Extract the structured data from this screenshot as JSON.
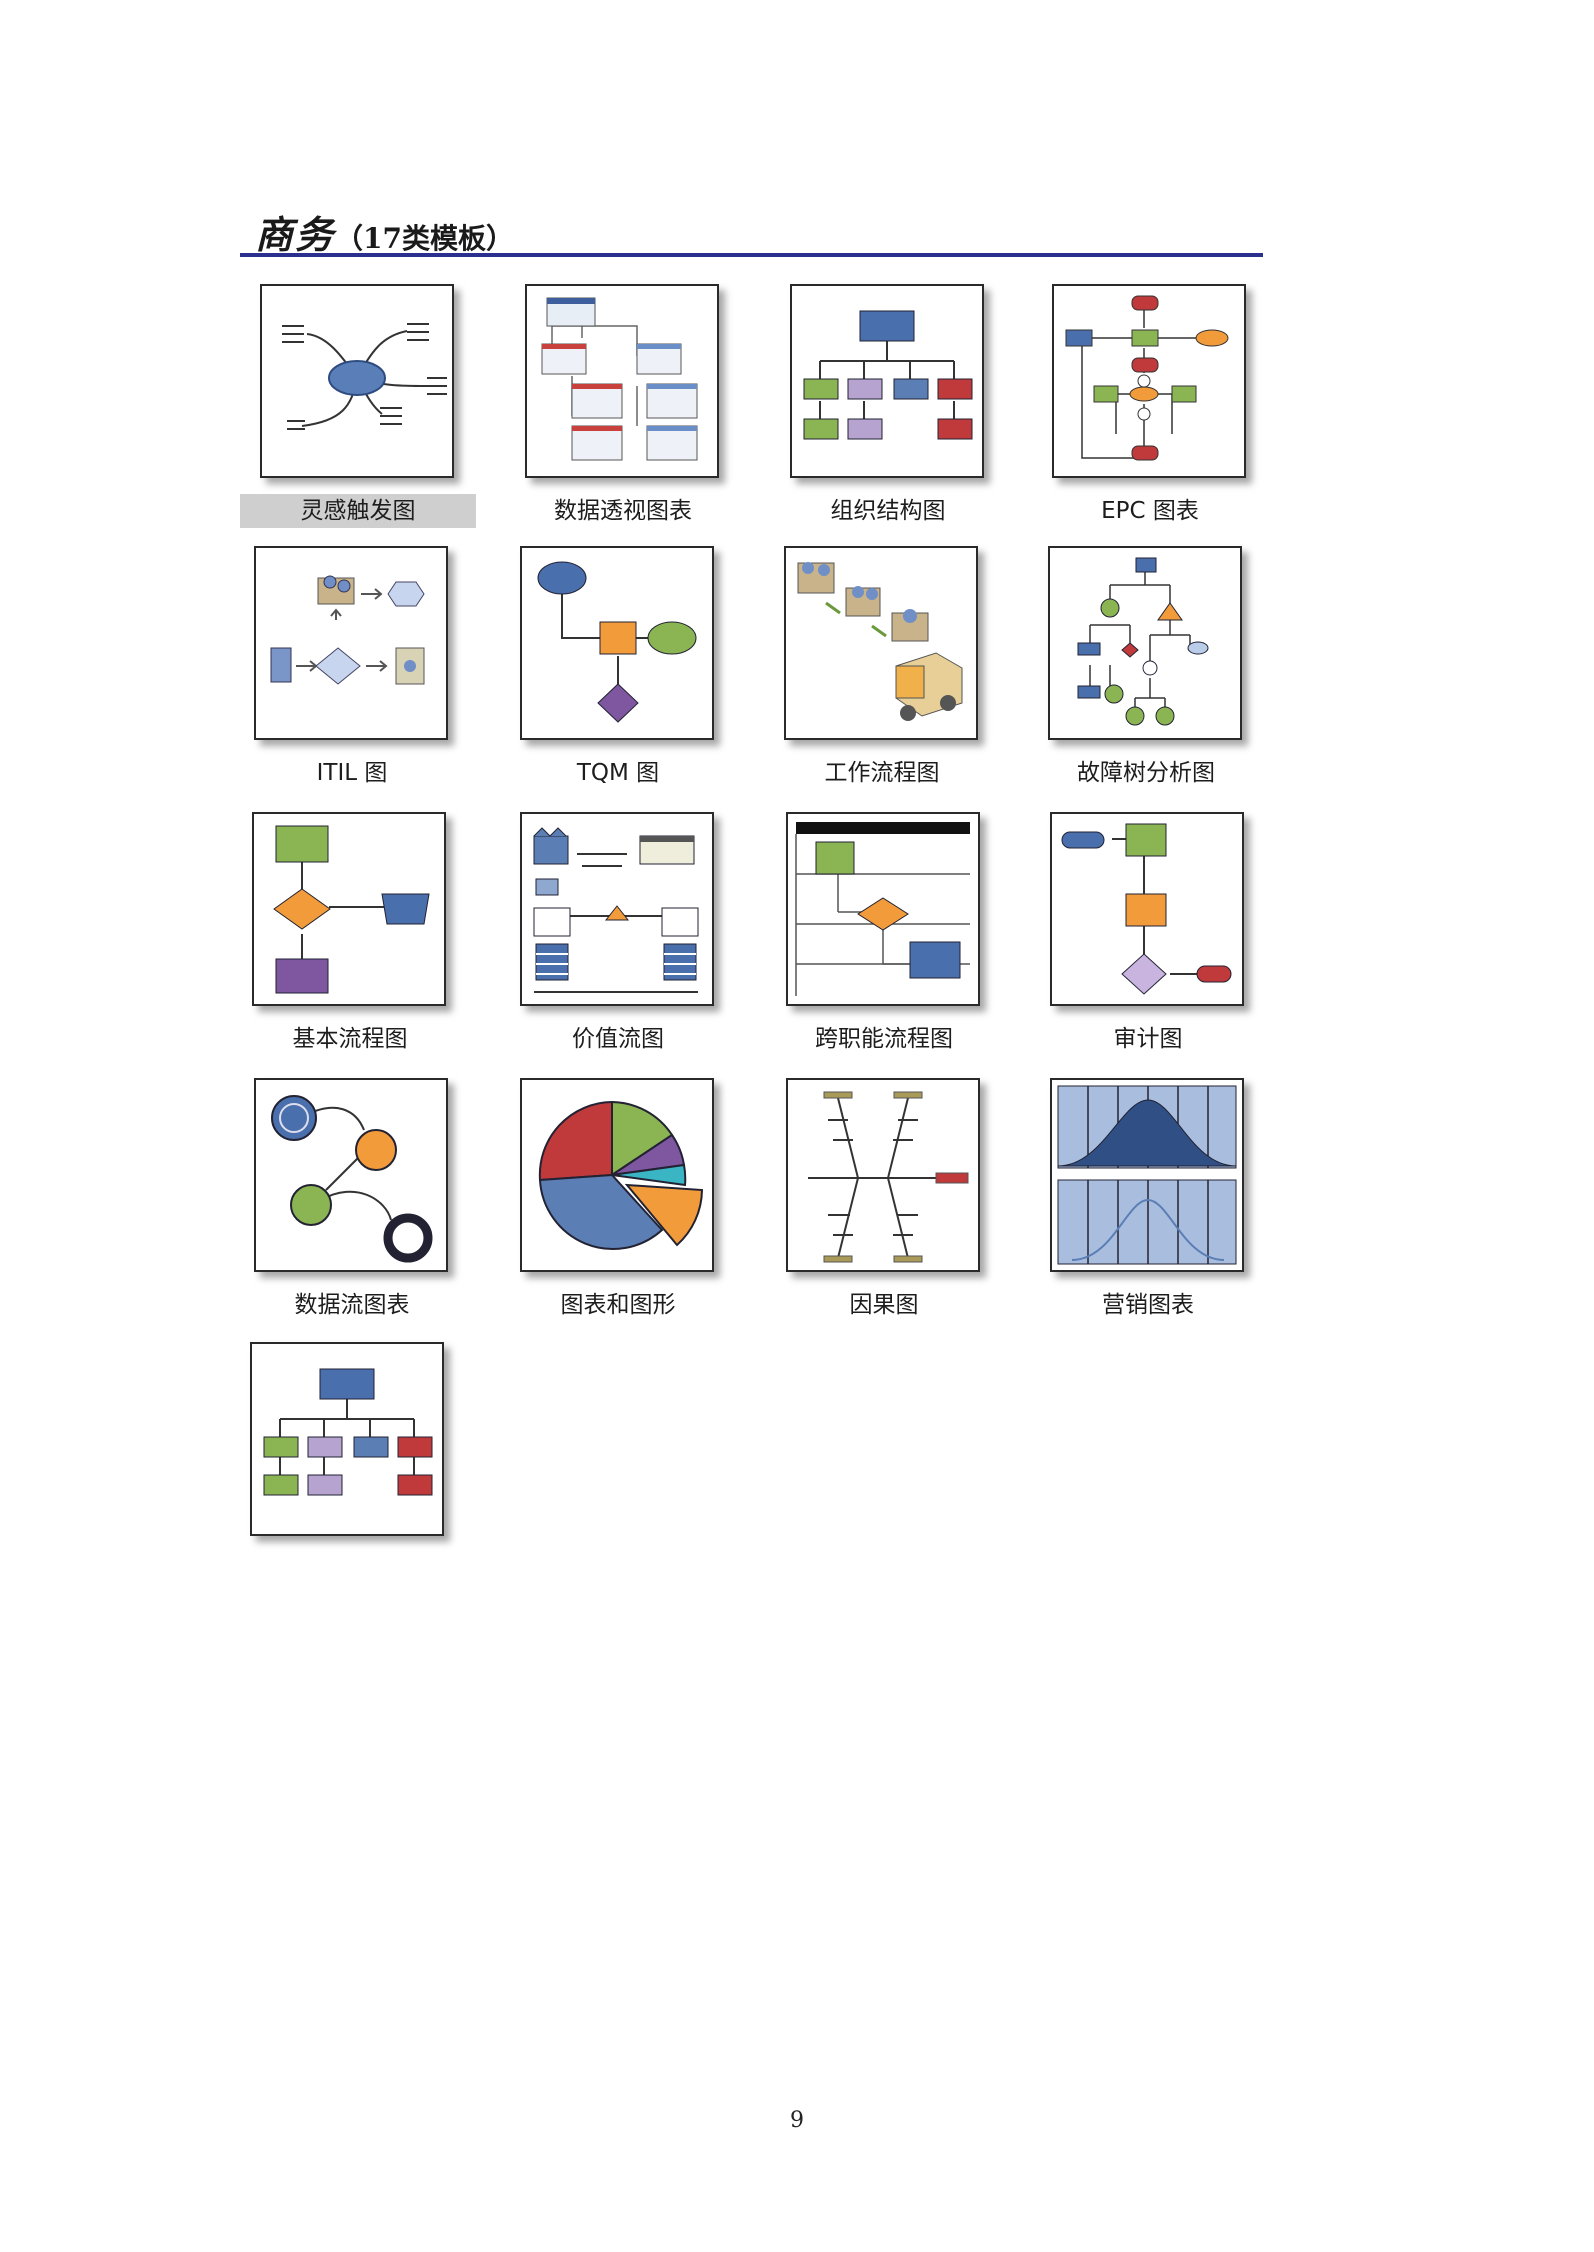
{
  "section": {
    "title": "商务",
    "subtitle": "（17类模板）"
  },
  "templates": [
    {
      "label": "灵感触发图",
      "icon": "mind-map-icon",
      "selected": true
    },
    {
      "label": "数据透视图表",
      "icon": "pivot-diagram-icon"
    },
    {
      "label": "组织结构图",
      "icon": "org-chart-icon"
    },
    {
      "label": "EPC 图表",
      "icon": "epc-diagram-icon"
    },
    {
      "label": "ITIL 图",
      "icon": "itil-diagram-icon"
    },
    {
      "label": "TQM 图",
      "icon": "tqm-diagram-icon"
    },
    {
      "label": "工作流程图",
      "icon": "work-flow-icon"
    },
    {
      "label": "故障树分析图",
      "icon": "fault-tree-icon"
    },
    {
      "label": "基本流程图",
      "icon": "basic-flowchart-icon"
    },
    {
      "label": "价值流图",
      "icon": "value-stream-icon"
    },
    {
      "label": "跨职能流程图",
      "icon": "cross-functional-flowchart-icon"
    },
    {
      "label": "审计图",
      "icon": "audit-diagram-icon"
    },
    {
      "label": "数据流图表",
      "icon": "data-flow-icon"
    },
    {
      "label": "图表和图形",
      "icon": "charts-graphs-icon"
    },
    {
      "label": "因果图",
      "icon": "cause-effect-icon"
    },
    {
      "label": "营销图表",
      "icon": "marketing-chart-icon"
    },
    {
      "label": "",
      "icon": "org-chart-wizard-icon"
    }
  ],
  "footer": {
    "page_number": "9"
  }
}
